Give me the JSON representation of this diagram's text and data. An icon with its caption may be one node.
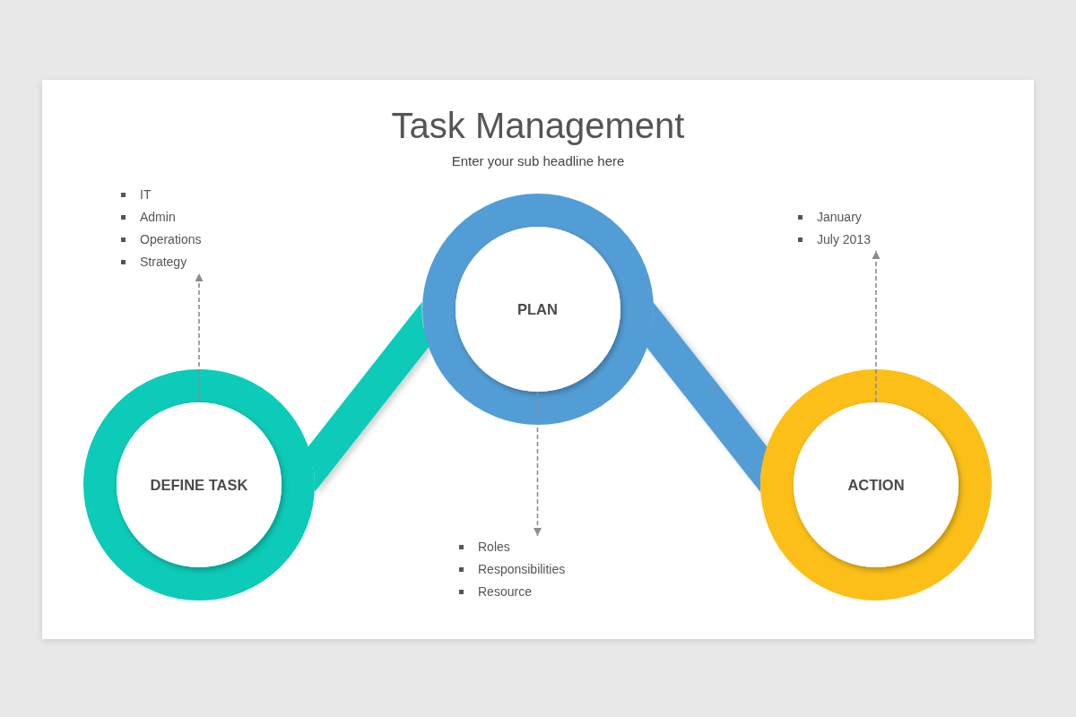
{
  "diagram": {
    "title": "Task Management",
    "nodes": [
      {
        "text": [
          "DEFINE TASK"
        ]
      },
      {
        "text": [
          "PLAN"
        ]
      },
      {
        "text": [
          "ACTION"
        ]
      },
      {
        "text": [
          "IT",
          "Admin",
          "Operations",
          "Strategy"
        ]
      },
      {
        "text": [
          "Roles",
          "Responsibilities",
          "Resource"
        ]
      },
      {
        "text": [
          "January",
          "July 2013"
        ]
      }
    ],
    "edges": [
      {
        "from": 0,
        "to": 1,
        "arrow": "none",
        "style": "thick",
        "color": "#0ccbb8"
      },
      {
        "from": 1,
        "to": 2,
        "arrow": "none",
        "style": "thick",
        "color": "#539dd6"
      },
      {
        "from": 0,
        "to": 3,
        "arrow": "to",
        "style": "dashed"
      },
      {
        "from": 1,
        "to": 4,
        "arrow": "to",
        "style": "dashed"
      },
      {
        "from": 2,
        "to": 5,
        "arrow": "to",
        "style": "dashed"
      }
    ],
    "labels": [
      "Enter your sub headline here"
    ]
  }
}
